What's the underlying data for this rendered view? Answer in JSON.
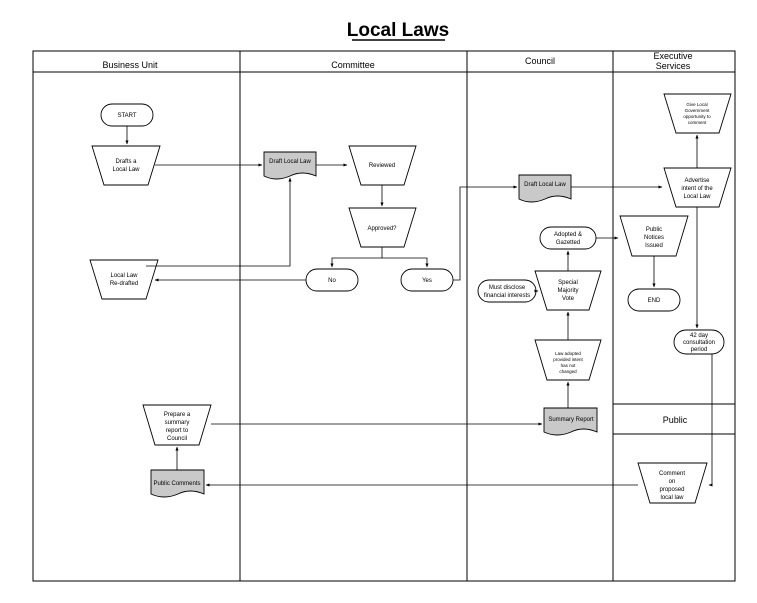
{
  "title": "Local Laws",
  "lanes": {
    "business_unit": "Business Unit",
    "committee": "Committee",
    "council": "Council",
    "executive_line1": "Executive",
    "executive_line2": "Services",
    "public": "Public"
  },
  "nodes": {
    "start": "START",
    "drafts_1": "Drafts a",
    "drafts_2": "Local Law",
    "draft_local_law_committee": "Draft Local Law",
    "reviewed": "Reviewed",
    "approved": "Approved?",
    "no": "No",
    "yes": "Yes",
    "redrafted_1": "Local Law",
    "redrafted_2": "Re-drafted",
    "draft_local_law_council": "Draft Local Law",
    "adopted_1": "Adopted &",
    "adopted_2": "Gazetted",
    "must_disclose_1": "Must disclose",
    "must_disclose_2": "financial interests",
    "special_1": "Special",
    "special_2": "Majority",
    "special_3": "Vote",
    "law_adopted_1": "Law adopted",
    "law_adopted_2": "provided intent",
    "law_adopted_3": "has not",
    "law_adopted_4": "changed",
    "summary_report": "Summary Report",
    "give_1": "Give Local",
    "give_2": "Government",
    "give_3": "opportunity to",
    "give_4": "comment",
    "advertise_1": "Advertise",
    "advertise_2": "intent of the",
    "advertise_3": "Local Law",
    "public_notices_1": "Public",
    "public_notices_2": "Notices",
    "public_notices_3": "Issued",
    "end": "END",
    "consultation_1": "42 day",
    "consultation_2": "consultation",
    "consultation_3": "period",
    "prepare_1": "Prepare a",
    "prepare_2": "summary",
    "prepare_3": "report to",
    "prepare_4": "Council",
    "public_comments": "Public Comments",
    "comment_1": "Comment",
    "comment_2": "on",
    "comment_3": "proposed",
    "comment_4": "local law"
  }
}
